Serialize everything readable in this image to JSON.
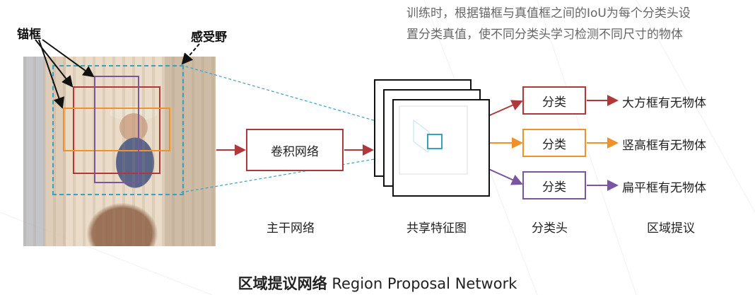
{
  "labels": {
    "anchor": "锚框",
    "receptive_field": "感受野"
  },
  "note": {
    "line1": "训练时，根据锚框与真值框之间的IoU为每个分类头设",
    "line2": "置分类真值，使不同分类头学习检测不同尺寸的物体"
  },
  "nodes": {
    "conv": "卷积网络",
    "cls1": "分类",
    "cls2": "分类",
    "cls3": "分类"
  },
  "outputs": {
    "out1": "大方框有无物体",
    "out2": "竖高框有无物体",
    "out3": "扁平框有无物体"
  },
  "captions": {
    "backbone": "主干网络",
    "feature_map": "共享特征图",
    "cls_head": "分类头",
    "proposal": "区域提议"
  },
  "footer": {
    "title_bold": "区域提议网络",
    "title_en": "Region Proposal Network"
  },
  "colors": {
    "red": "#b0383b",
    "orange": "#f0922c",
    "purple": "#7a56a0",
    "teal": "#37a2bf"
  }
}
